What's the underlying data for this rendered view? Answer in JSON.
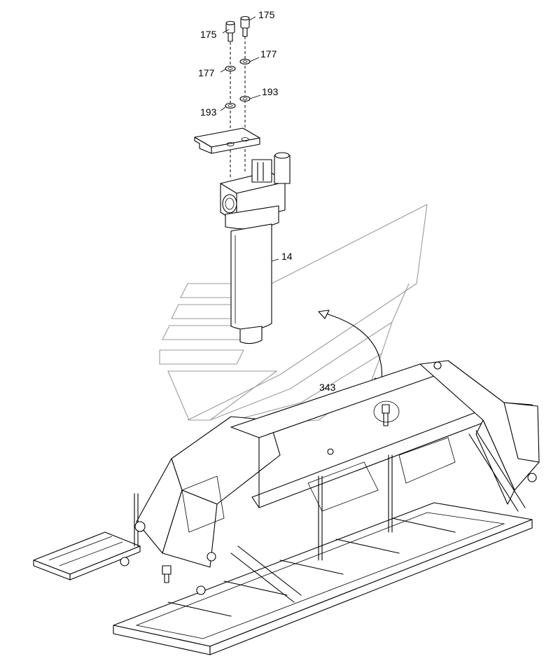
{
  "callouts": {
    "bolt_left": "175",
    "bolt_right": "175",
    "washer_left": "177",
    "washer_right": "177",
    "lockwasher_left": "193",
    "lockwasher_right": "193",
    "filter": "14",
    "frame_item": "343"
  },
  "colors": {
    "line": "#000000",
    "watermark": "#9a9a9a",
    "background": "#ffffff"
  }
}
